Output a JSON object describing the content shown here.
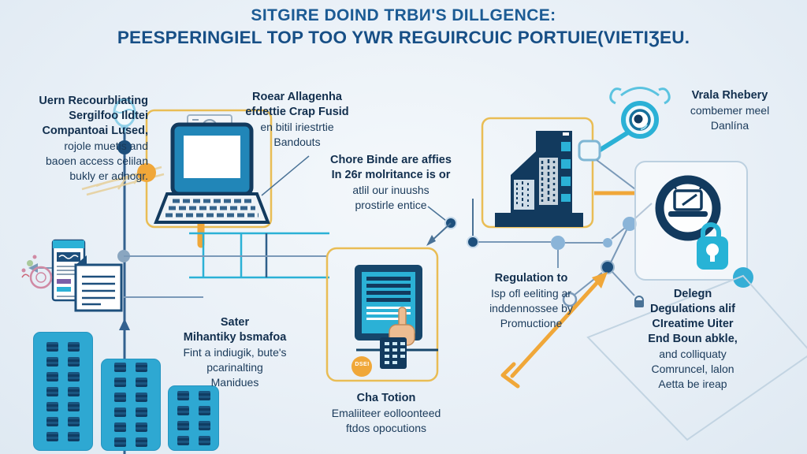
{
  "title": {
    "line1": "SITGIRE DOIND TRBИ'S DILLGENCE:",
    "line2": "PEESPERINGIEL TOP TOO YWR REGUIRCUIC PORTUIE(VIETIƷEU."
  },
  "blocks": {
    "recruiting": {
      "lines": [
        "Uern Recourbliating",
        "Sergilfoo Ildtei",
        "Compantoai Lused,",
        "rojole muetis and",
        "baoen access celilan",
        "bukly er adnogr."
      ]
    },
    "scanning": {
      "lines": [
        "Roear Allagenha",
        "efdettie Crap Fusid",
        "en bitil iriestrtie",
        "Bandouts"
      ]
    },
    "core": {
      "lines": [
        "Chore Binde are affies",
        "In 26r molritance is or",
        "atlil our inuushs",
        "prostirle entice"
      ]
    },
    "watch": {
      "lines": [
        "Vrala Rhebery",
        "combemer meel",
        "Danlína"
      ]
    },
    "regulation": {
      "lines": [
        "Regulation to",
        "Isp ofl eeliting ar",
        "inddennossee by",
        "Promuctione"
      ]
    },
    "design": {
      "lines": [
        "Delegn",
        "Degulations alif",
        "CIreatime Uiter",
        "End Boun abkle,",
        "and colliquaty",
        "Comruncel, lalon",
        "Aetta be ireap"
      ]
    },
    "safer": {
      "lines": [
        "Sater",
        "Mihantiky bsmafoa",
        "Fint a indiugik, bute's",
        "pcarinalting",
        "Manidues"
      ]
    },
    "station": {
      "lines": [
        "Cha Totion",
        "Emaliiteer eolloonteed",
        "ftdos opocutions"
      ]
    }
  },
  "badge": {
    "label": "DSEI"
  },
  "bars": [
    {
      "rows": 7
    },
    {
      "rows": 6
    },
    {
      "rows": 4
    }
  ],
  "colors": {
    "background": "#e9f0f7",
    "title_text": "#1c5b94",
    "body_text": "#1a3a5a",
    "box_border_yellow": "#e9bd55",
    "accent_orange": "#f0a739",
    "accent_cyan": "#2bb1d6",
    "icon_navy": "#123a5e",
    "node_blue": "#8ab4d8",
    "line_gray": "#7a99b8",
    "bar_blue": "#2ea8d2"
  }
}
